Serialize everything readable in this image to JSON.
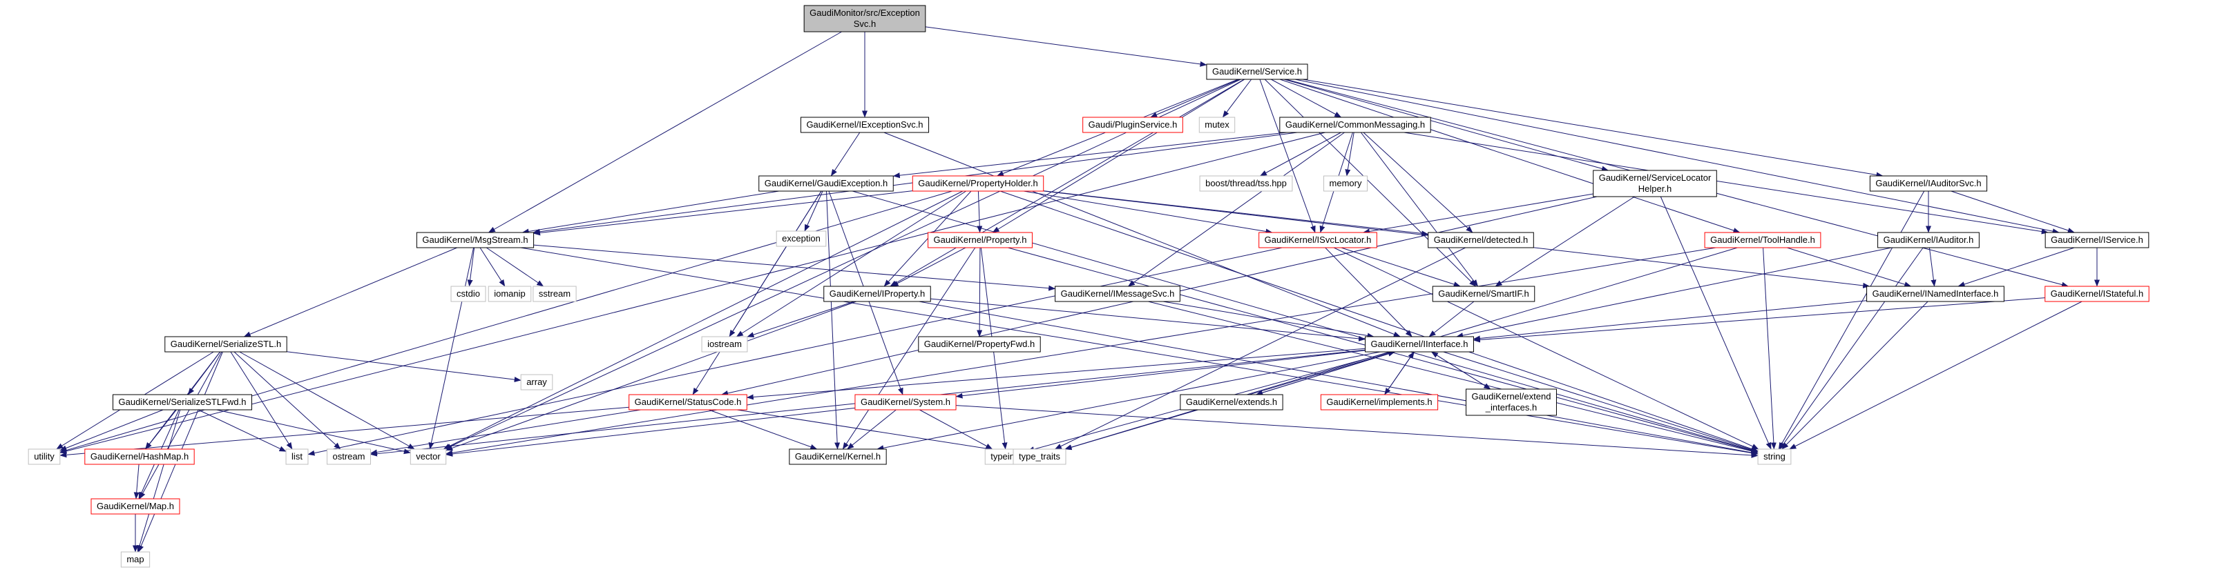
{
  "colors": {
    "edge": "#191970",
    "node_border_normal": "#000000",
    "node_border_trunc": "#ff0000",
    "node_border_sys": "#bfbfbf",
    "root_fill": "#bfbfbf",
    "node_fill": "#ffffff"
  },
  "nodes": [
    {
      "id": "root",
      "lines": [
        "GaudiMonitor/src/Exception",
        "Svc.h"
      ],
      "kind": "root"
    },
    {
      "id": "service",
      "lines": [
        "GaudiKernel/Service.h"
      ],
      "kind": "normal"
    },
    {
      "id": "iexceptionsvc",
      "lines": [
        "GaudiKernel/IExceptionSvc.h"
      ],
      "kind": "normal"
    },
    {
      "id": "pluginservice",
      "lines": [
        "Gaudi/PluginService.h"
      ],
      "kind": "trunc"
    },
    {
      "id": "mutex",
      "lines": [
        "mutex"
      ],
      "kind": "sys"
    },
    {
      "id": "commonmessaging",
      "lines": [
        "GaudiKernel/CommonMessaging.h"
      ],
      "kind": "normal"
    },
    {
      "id": "gaudiexception",
      "lines": [
        "GaudiKernel/GaudiException.h"
      ],
      "kind": "normal"
    },
    {
      "id": "propertyholder",
      "lines": [
        "GaudiKernel/PropertyHolder.h"
      ],
      "kind": "trunc"
    },
    {
      "id": "threadtss",
      "lines": [
        "boost/thread/tss.hpp"
      ],
      "kind": "sys"
    },
    {
      "id": "memory",
      "lines": [
        "memory"
      ],
      "kind": "sys"
    },
    {
      "id": "servicelocatorhelper",
      "lines": [
        "GaudiKernel/ServiceLocator",
        "Helper.h"
      ],
      "kind": "normal"
    },
    {
      "id": "iauditorsvc",
      "lines": [
        "GaudiKernel/IAuditorSvc.h"
      ],
      "kind": "normal"
    },
    {
      "id": "exception",
      "lines": [
        "exception"
      ],
      "kind": "sys"
    },
    {
      "id": "detected",
      "lines": [
        "GaudiKernel/detected.h"
      ],
      "kind": "normal"
    },
    {
      "id": "isvclocator",
      "lines": [
        "GaudiKernel/ISvcLocator.h"
      ],
      "kind": "trunc"
    },
    {
      "id": "toolhandle",
      "lines": [
        "GaudiKernel/ToolHandle.h"
      ],
      "kind": "trunc"
    },
    {
      "id": "iauditor",
      "lines": [
        "GaudiKernel/IAuditor.h"
      ],
      "kind": "normal"
    },
    {
      "id": "iservice",
      "lines": [
        "GaudiKernel/IService.h"
      ],
      "kind": "normal"
    },
    {
      "id": "msgstream",
      "lines": [
        "GaudiKernel/MsgStream.h"
      ],
      "kind": "normal"
    },
    {
      "id": "property",
      "lines": [
        "GaudiKernel/Property.h"
      ],
      "kind": "trunc"
    },
    {
      "id": "cstdio",
      "lines": [
        "cstdio"
      ],
      "kind": "sys"
    },
    {
      "id": "iomanip",
      "lines": [
        "iomanip"
      ],
      "kind": "sys"
    },
    {
      "id": "sstream",
      "lines": [
        "sstream"
      ],
      "kind": "sys"
    },
    {
      "id": "iproperty",
      "lines": [
        "GaudiKernel/IProperty.h"
      ],
      "kind": "normal"
    },
    {
      "id": "imessagesvc",
      "lines": [
        "GaudiKernel/IMessageSvc.h"
      ],
      "kind": "normal"
    },
    {
      "id": "smartif",
      "lines": [
        "GaudiKernel/SmartIF.h"
      ],
      "kind": "normal"
    },
    {
      "id": "inamedinterface",
      "lines": [
        "GaudiKernel/INamedInterface.h"
      ],
      "kind": "normal"
    },
    {
      "id": "istateful",
      "lines": [
        "GaudiKernel/IStateful.h"
      ],
      "kind": "trunc"
    },
    {
      "id": "serializestl",
      "lines": [
        "GaudiKernel/SerializeSTL.h"
      ],
      "kind": "normal"
    },
    {
      "id": "iostream",
      "lines": [
        "iostream"
      ],
      "kind": "sys"
    },
    {
      "id": "propertyfwd",
      "lines": [
        "GaudiKernel/PropertyFwd.h"
      ],
      "kind": "normal"
    },
    {
      "id": "iinterface",
      "lines": [
        "GaudiKernel/IInterface.h"
      ],
      "kind": "normal"
    },
    {
      "id": "array",
      "lines": [
        "array"
      ],
      "kind": "sys"
    },
    {
      "id": "serializestlfwd",
      "lines": [
        "GaudiKernel/SerializeSTLFwd.h"
      ],
      "kind": "normal"
    },
    {
      "id": "statuscode",
      "lines": [
        "GaudiKernel/StatusCode.h"
      ],
      "kind": "trunc"
    },
    {
      "id": "system",
      "lines": [
        "GaudiKernel/System.h"
      ],
      "kind": "trunc"
    },
    {
      "id": "extends",
      "lines": [
        "GaudiKernel/extends.h"
      ],
      "kind": "normal"
    },
    {
      "id": "implements",
      "lines": [
        "GaudiKernel/implements.h"
      ],
      "kind": "trunc"
    },
    {
      "id": "extend_interfaces",
      "lines": [
        "GaudiKernel/extend",
        "_interfaces.h"
      ],
      "kind": "normal"
    },
    {
      "id": "utility",
      "lines": [
        "utility"
      ],
      "kind": "sys"
    },
    {
      "id": "hashmap",
      "lines": [
        "GaudiKernel/HashMap.h"
      ],
      "kind": "trunc"
    },
    {
      "id": "list",
      "lines": [
        "list"
      ],
      "kind": "sys"
    },
    {
      "id": "ostream",
      "lines": [
        "ostream"
      ],
      "kind": "sys"
    },
    {
      "id": "vector",
      "lines": [
        "vector"
      ],
      "kind": "sys"
    },
    {
      "id": "kernel",
      "lines": [
        "GaudiKernel/Kernel.h"
      ],
      "kind": "normal"
    },
    {
      "id": "typeinfo",
      "lines": [
        "typeinfo"
      ],
      "kind": "sys"
    },
    {
      "id": "type_traits",
      "lines": [
        "type_traits"
      ],
      "kind": "sys"
    },
    {
      "id": "string",
      "lines": [
        "string"
      ],
      "kind": "sys"
    },
    {
      "id": "map_h",
      "lines": [
        "GaudiKernel/Map.h"
      ],
      "kind": "trunc"
    },
    {
      "id": "map",
      "lines": [
        "map"
      ],
      "kind": "sys"
    }
  ],
  "edges": [
    [
      "root",
      "service"
    ],
    [
      "root",
      "iexceptionsvc"
    ],
    [
      "root",
      "msgstream"
    ],
    [
      "service",
      "pluginservice"
    ],
    [
      "service",
      "mutex"
    ],
    [
      "service",
      "commonmessaging"
    ],
    [
      "service",
      "propertyholder"
    ],
    [
      "service",
      "servicelocatorhelper"
    ],
    [
      "service",
      "iauditorsvc"
    ],
    [
      "service",
      "toolhandle"
    ],
    [
      "service",
      "isvclocator"
    ],
    [
      "service",
      "iservice"
    ],
    [
      "service",
      "istateful"
    ],
    [
      "service",
      "iproperty"
    ],
    [
      "service",
      "smartif"
    ],
    [
      "service",
      "property"
    ],
    [
      "service",
      "vector"
    ],
    [
      "iexceptionsvc",
      "gaudiexception"
    ],
    [
      "iexceptionsvc",
      "iinterface"
    ],
    [
      "commonmessaging",
      "threadtss"
    ],
    [
      "commonmessaging",
      "memory"
    ],
    [
      "commonmessaging",
      "detected"
    ],
    [
      "commonmessaging",
      "isvclocator"
    ],
    [
      "commonmessaging",
      "smartif"
    ],
    [
      "commonmessaging",
      "imessagesvc"
    ],
    [
      "commonmessaging",
      "msgstream"
    ],
    [
      "commonmessaging",
      "gaudiexception"
    ],
    [
      "commonmessaging",
      "utility"
    ],
    [
      "commonmessaging",
      "iservice"
    ],
    [
      "gaudiexception",
      "exception"
    ],
    [
      "gaudiexception",
      "msgstream"
    ],
    [
      "gaudiexception",
      "statuscode"
    ],
    [
      "gaudiexception",
      "system"
    ],
    [
      "gaudiexception",
      "iostream"
    ],
    [
      "gaudiexception",
      "kernel"
    ],
    [
      "gaudiexception",
      "string"
    ],
    [
      "propertyholder",
      "property"
    ],
    [
      "propertyholder",
      "iproperty"
    ],
    [
      "propertyholder",
      "isvclocator"
    ],
    [
      "propertyholder",
      "msgstream"
    ],
    [
      "propertyholder",
      "detected"
    ],
    [
      "propertyholder",
      "inamedinterface"
    ],
    [
      "propertyholder",
      "iostream"
    ],
    [
      "propertyholder",
      "vector"
    ],
    [
      "propertyholder",
      "utility"
    ],
    [
      "propertyholder",
      "string"
    ],
    [
      "servicelocatorhelper",
      "isvclocator"
    ],
    [
      "servicelocatorhelper",
      "smartif"
    ],
    [
      "servicelocatorhelper",
      "statuscode"
    ],
    [
      "servicelocatorhelper",
      "string"
    ],
    [
      "iauditorsvc",
      "iauditor"
    ],
    [
      "iauditorsvc",
      "iservice"
    ],
    [
      "iauditorsvc",
      "string"
    ],
    [
      "detected",
      "type_traits"
    ],
    [
      "isvclocator",
      "smartif"
    ],
    [
      "isvclocator",
      "iinterface"
    ],
    [
      "isvclocator",
      "string"
    ],
    [
      "isvclocator",
      "list"
    ],
    [
      "toolhandle",
      "inamedinterface"
    ],
    [
      "toolhandle",
      "string"
    ],
    [
      "toolhandle",
      "type_traits"
    ],
    [
      "toolhandle",
      "vector"
    ],
    [
      "iauditor",
      "inamedinterface"
    ],
    [
      "iauditor",
      "string"
    ],
    [
      "iauditor",
      "iinterface"
    ],
    [
      "iservice",
      "inamedinterface"
    ],
    [
      "iservice",
      "istateful"
    ],
    [
      "msgstream",
      "cstdio"
    ],
    [
      "msgstream",
      "iomanip"
    ],
    [
      "msgstream",
      "sstream"
    ],
    [
      "msgstream",
      "serializestl"
    ],
    [
      "msgstream",
      "imessagesvc"
    ],
    [
      "msgstream",
      "vector"
    ],
    [
      "msgstream",
      "string"
    ],
    [
      "property",
      "iproperty"
    ],
    [
      "property",
      "propertyfwd"
    ],
    [
      "property",
      "kernel"
    ],
    [
      "property",
      "typeinfo"
    ],
    [
      "property",
      "string"
    ],
    [
      "iproperty",
      "iinterface"
    ],
    [
      "iproperty",
      "iostream"
    ],
    [
      "iproperty",
      "vector"
    ],
    [
      "iproperty",
      "string"
    ],
    [
      "imessagesvc",
      "iinterface"
    ],
    [
      "imessagesvc",
      "string"
    ],
    [
      "smartif",
      "iinterface"
    ],
    [
      "inamedinterface",
      "iinterface"
    ],
    [
      "inamedinterface",
      "string"
    ],
    [
      "istateful",
      "iinterface"
    ],
    [
      "istateful",
      "string"
    ],
    [
      "serializestl",
      "serializestlfwd"
    ],
    [
      "serializestl",
      "array"
    ],
    [
      "serializestl",
      "utility"
    ],
    [
      "serializestl",
      "list"
    ],
    [
      "serializestl",
      "ostream"
    ],
    [
      "serializestl",
      "vector"
    ],
    [
      "serializestl",
      "hashmap"
    ],
    [
      "serializestl",
      "map_h"
    ],
    [
      "serializestl",
      "map"
    ],
    [
      "iinterface",
      "statuscode"
    ],
    [
      "iinterface",
      "system"
    ],
    [
      "iinterface",
      "extends"
    ],
    [
      "iinterface",
      "implements"
    ],
    [
      "iinterface",
      "extend_interfaces"
    ],
    [
      "iinterface",
      "kernel"
    ],
    [
      "iinterface",
      "typeinfo"
    ],
    [
      "iinterface",
      "type_traits"
    ],
    [
      "iinterface",
      "ostream"
    ],
    [
      "iinterface",
      "string"
    ],
    [
      "extends",
      "iinterface"
    ],
    [
      "implements",
      "iinterface"
    ],
    [
      "extend_interfaces",
      "iinterface"
    ],
    [
      "serializestlfwd",
      "utility"
    ],
    [
      "serializestlfwd",
      "hashmap"
    ],
    [
      "serializestlfwd",
      "list"
    ],
    [
      "serializestlfwd",
      "vector"
    ],
    [
      "serializestlfwd",
      "map_h"
    ],
    [
      "serializestlfwd",
      "map"
    ],
    [
      "statuscode",
      "ostream"
    ],
    [
      "statuscode",
      "utility"
    ],
    [
      "statuscode",
      "kernel"
    ],
    [
      "statuscode",
      "type_traits"
    ],
    [
      "system",
      "kernel"
    ],
    [
      "system",
      "typeinfo"
    ],
    [
      "system",
      "string"
    ],
    [
      "system",
      "vector"
    ],
    [
      "hashmap",
      "map_h"
    ],
    [
      "map_h",
      "map"
    ]
  ]
}
